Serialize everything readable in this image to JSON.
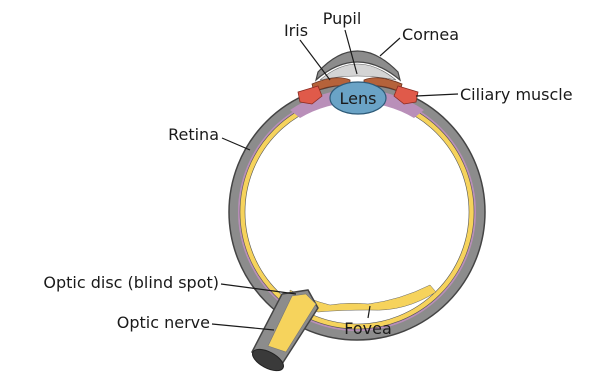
{
  "diagram": {
    "labels": {
      "iris": "Iris",
      "pupil": "Pupil",
      "cornea": "Cornea",
      "lens": "Lens",
      "ciliary_muscle": "Ciliary muscle",
      "retina": "Retina",
      "optic_disc": "Optic disc (blind spot)",
      "optic_nerve": "Optic nerve",
      "fovea": "Fovea"
    },
    "colors": {
      "sclera": "#8c8c8c",
      "sclera_outline": "#444444",
      "choroid": "#b98fb9",
      "retina": "#f6d35c",
      "cornea": "#d4d4d4",
      "iris": "#b5623a",
      "lens": "#6aa3c6",
      "ciliary": "#e05a4a"
    }
  }
}
